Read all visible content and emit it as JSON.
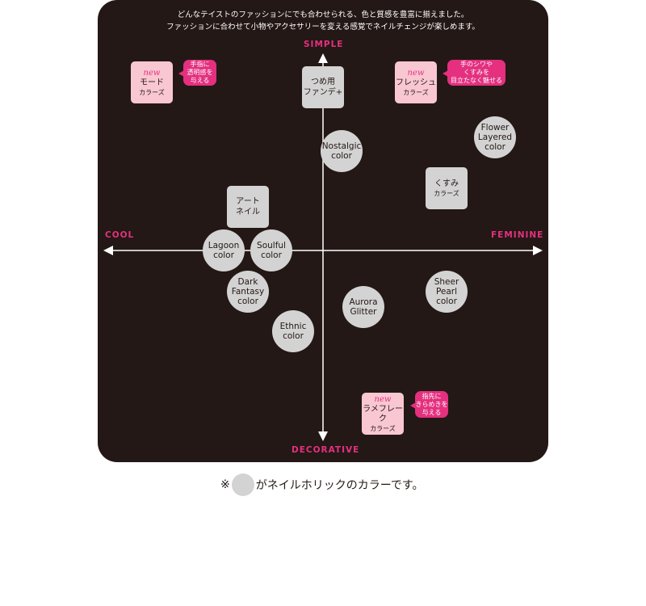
{
  "intro": {
    "line1": "どんなテイストのファッションにでも合わせられる、色と質感を豊富に揃えました。",
    "line2": "ファッションに合わせて小物やアクセサリーを変える感覚でネイルチェンジが楽しめます。"
  },
  "axes": {
    "top": "SIMPLE",
    "bottom": "DECORATIVE",
    "left": "COOL",
    "right": "FEMININE"
  },
  "circles": {
    "nostalgic": "Nostalgic\ncolor",
    "flower": "Flower\nLayered\ncolor",
    "lagoon": "Lagoon\ncolor",
    "soulful": "Soulful\ncolor",
    "dark_fantasy": "Dark\nFantasy\ncolor",
    "sheer_pearl": "Sheer\nPearl\ncolor",
    "aurora": "Aurora\nGlitter",
    "ethnic": "Ethnic\ncolor"
  },
  "squares": {
    "tsume": {
      "line1": "つめ用",
      "line2": "ファンデ+"
    },
    "art": {
      "line1": "アート",
      "line2": "ネイル"
    },
    "kusumi": {
      "main": "くすみ",
      "sub": "カラーズ"
    }
  },
  "new_items": {
    "new_label": "new",
    "mode": {
      "main": "モード",
      "sub": "カラーズ"
    },
    "fresh": {
      "main": "フレッシュ",
      "sub": "カラーズ"
    },
    "lame": {
      "main": "ラメフレーク",
      "sub": "カラーズ"
    }
  },
  "bubbles": {
    "mode": [
      "手指に",
      "透明感を",
      "与える"
    ],
    "fresh": [
      "手のシワや",
      "くすみを",
      "目立たなく魅せる"
    ],
    "lame": [
      "指先に",
      "きらめきを",
      "与える"
    ]
  },
  "footnote": {
    "prefix": "※",
    "suffix": "がネイルホリックのカラーです。"
  },
  "colors": {
    "panel": "#231815",
    "accent": "#e4307f",
    "item_gray": "#d3d3d3",
    "new_pink": "#f9c7d2"
  }
}
